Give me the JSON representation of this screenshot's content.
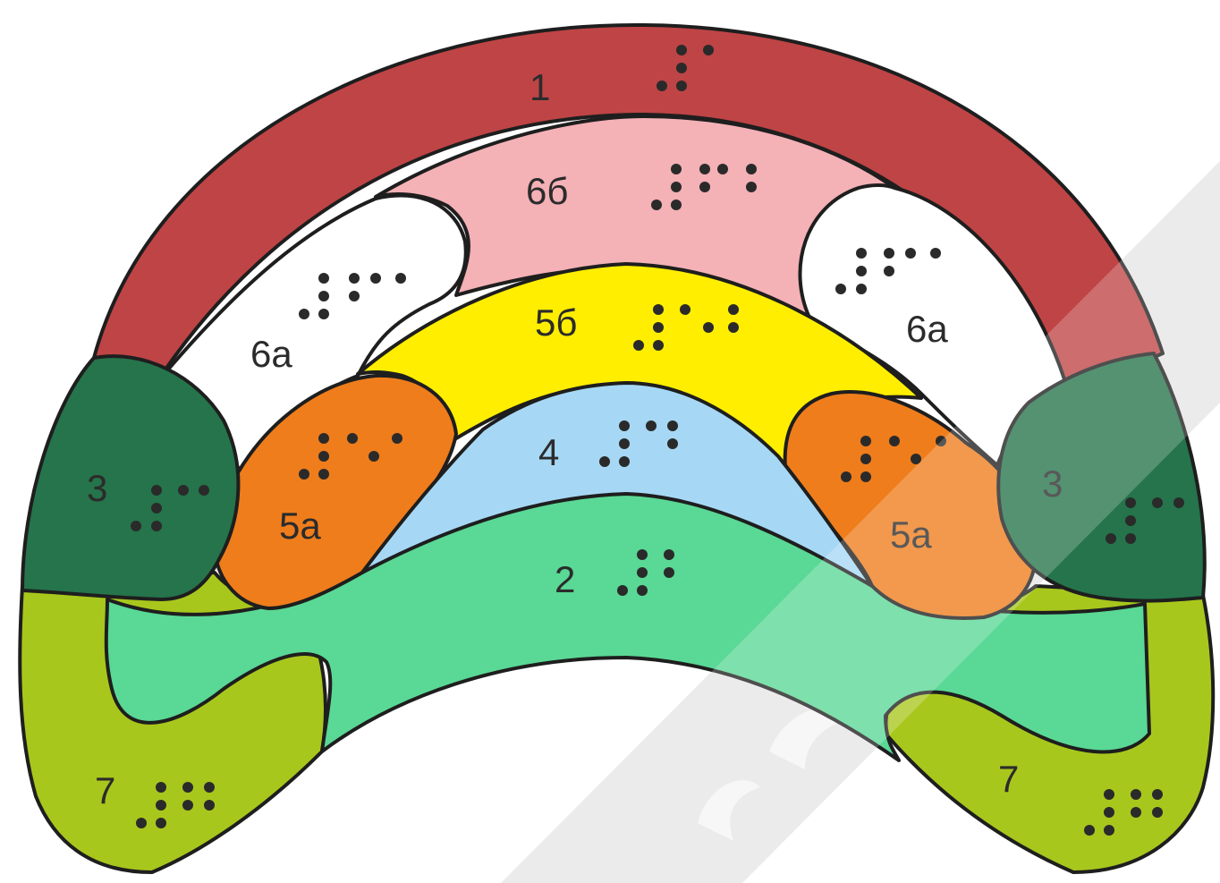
{
  "diagram": {
    "colors": {
      "zone_1": "#bf4446",
      "zone_6b": "#f4b1b6",
      "zone_6a": "#ffffff",
      "zone_5b": "#ffee00",
      "zone_5a": "#ef7d1c",
      "zone_4": "#a6d8f5",
      "zone_2": "#5ad895",
      "zone_3": "#25744b",
      "zone_7": "#a8c71d",
      "watermark": "#dddddd"
    },
    "labels": {
      "zone_1": "1",
      "zone_6b": "6б",
      "zone_6a_left": "6а",
      "zone_6a_right": "6а",
      "zone_5b": "5б",
      "zone_5a_left": "5а",
      "zone_5a_right": "5а",
      "zone_4": "4",
      "zone_2": "2",
      "zone_3_left": "3",
      "zone_3_right": "3",
      "zone_7_left": "7",
      "zone_7_right": "7"
    },
    "braille_icons": [
      "braille-1-icon",
      "braille-6b-icon",
      "braille-6a-left-icon",
      "braille-6a-right-icon",
      "braille-5b-icon",
      "braille-5a-left-icon",
      "braille-5a-right-icon",
      "braille-4-icon",
      "braille-2-icon",
      "braille-3-left-icon",
      "braille-3-right-icon",
      "braille-7-left-icon",
      "braille-7-right-icon"
    ]
  }
}
